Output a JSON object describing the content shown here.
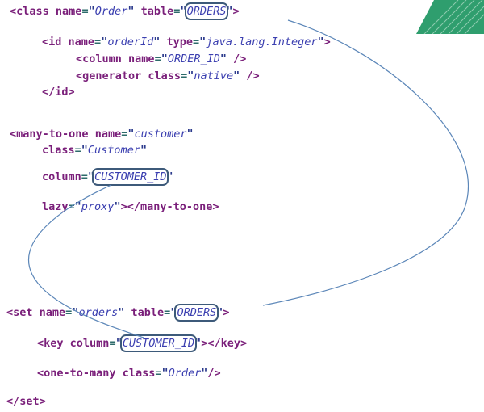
{
  "colors": {
    "tag": "#7a1f7a",
    "punct": "#2d6b6b",
    "value": "#3b3fb0",
    "box": "#3d5a7a",
    "connector": "#5b86b8",
    "decor_green": "#2f9e6e",
    "decor_stripe": "#dff1e8"
  },
  "code": {
    "class_open": {
      "tag": "<class",
      "attr_name": "name",
      "name_value": "Order",
      "attr_table": "table",
      "table_value": "ORDERS",
      "close": ">"
    },
    "id_open": {
      "tag": "<id",
      "attr_name": "name",
      "name_value": "orderId",
      "attr_type": "type",
      "type_value": "java.lang.Integer",
      "close": ">"
    },
    "column_line": {
      "tag": "<column",
      "attr_name": "name",
      "name_value": "ORDER_ID",
      "close": " />"
    },
    "generator_line": {
      "tag": "<generator",
      "attr_class": "class",
      "class_value": "native",
      "close": " />"
    },
    "id_close": "</id>",
    "many_to_one": {
      "tag": "<many-to-one",
      "attr_name": "name",
      "name_value": "customer",
      "attr_class": "class",
      "class_value": "Customer",
      "attr_column": "column",
      "column_value": "CUSTOMER_ID",
      "attr_lazy": "lazy",
      "lazy_value": "proxy",
      "close_tail": "></many-to-one>"
    },
    "set_open": {
      "tag": "<set",
      "attr_name": "name",
      "name_value": "orders",
      "attr_table": "table",
      "table_value": "ORDERS",
      "close": ">"
    },
    "key_line": {
      "tag": "<key",
      "attr_column": "column",
      "column_value": "CUSTOMER_ID",
      "close_tail": "></key>"
    },
    "one_to_many": {
      "tag": "<one-to-many",
      "attr_class": "class",
      "class_value": "Order",
      "close": "/>"
    },
    "set_close": "</set>"
  }
}
